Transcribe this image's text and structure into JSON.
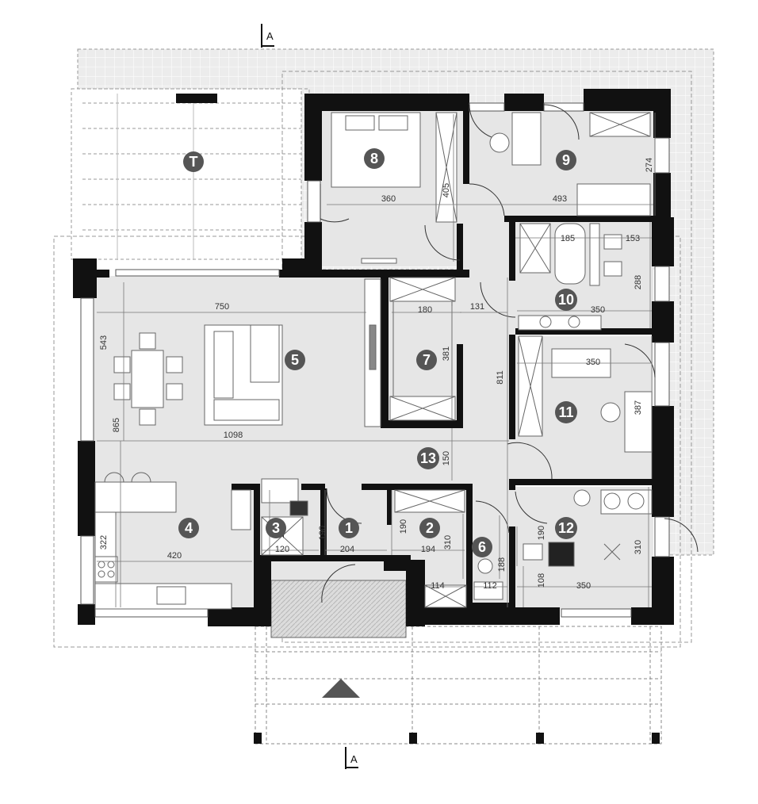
{
  "section_label": "A",
  "rooms": [
    {
      "id": "T",
      "label": "T"
    },
    {
      "id": "r1",
      "label": "1"
    },
    {
      "id": "r2",
      "label": "2"
    },
    {
      "id": "r3",
      "label": "3"
    },
    {
      "id": "r4",
      "label": "4"
    },
    {
      "id": "r5",
      "label": "5"
    },
    {
      "id": "r6",
      "label": "6"
    },
    {
      "id": "r7",
      "label": "7"
    },
    {
      "id": "r8",
      "label": "8"
    },
    {
      "id": "r9",
      "label": "9"
    },
    {
      "id": "r10",
      "label": "10"
    },
    {
      "id": "r11",
      "label": "11"
    },
    {
      "id": "r12",
      "label": "12"
    },
    {
      "id": "r13",
      "label": "13"
    }
  ],
  "dimensions": [
    "750",
    "543",
    "1098",
    "865",
    "420",
    "322",
    "360",
    "405",
    "493",
    "274",
    "185",
    "153",
    "288",
    "350",
    "180",
    "381",
    "131",
    "811",
    "350",
    "387",
    "150",
    "148",
    "120",
    "190",
    "204",
    "190",
    "194",
    "310",
    "188",
    "112",
    "114",
    "190",
    "310",
    "108",
    "350"
  ]
}
